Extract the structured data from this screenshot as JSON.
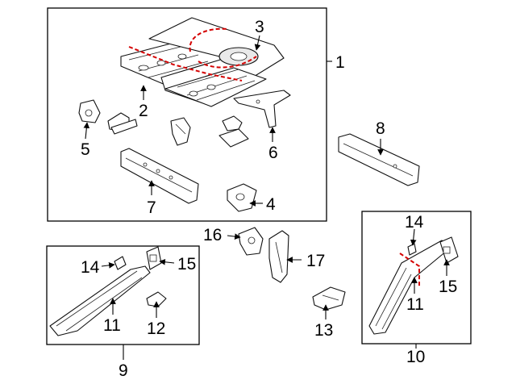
{
  "callouts": {
    "c1": "1",
    "c2": "2",
    "c3": "3",
    "c4": "4",
    "c5": "5",
    "c6": "6",
    "c7": "7",
    "c8": "8",
    "c9": "9",
    "c10": "10",
    "c11a": "11",
    "c11b": "11",
    "c12": "12",
    "c13": "13",
    "c14a": "14",
    "c14b": "14",
    "c15a": "15",
    "c15b": "15",
    "c16": "16",
    "c17": "17"
  },
  "colors": {
    "cut_line": "#d40000",
    "line": "#000000",
    "background": "#ffffff"
  }
}
